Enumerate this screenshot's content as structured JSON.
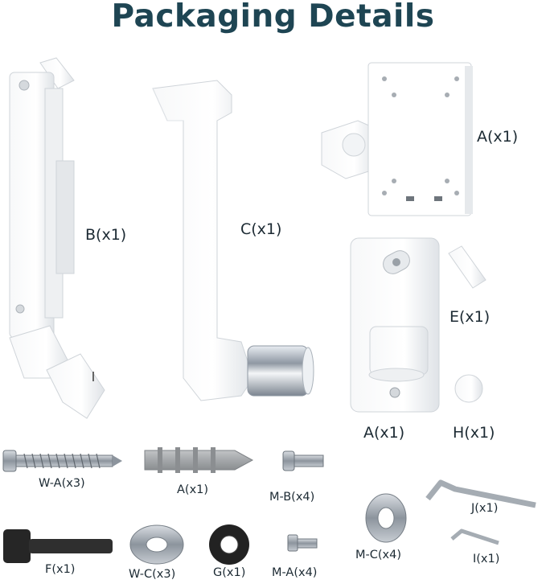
{
  "title": "Packaging Details",
  "colors": {
    "title": "#1e4553",
    "label": "#1c2a33"
  },
  "parts": {
    "arm_b": "B(x1)",
    "arm_c": "C(x1)",
    "vesa_plate": "A(x1)",
    "wall_plate": "A(x1)",
    "cover_e": "E(x1)",
    "cap_h": "H(x1)",
    "screw_wa": "W-A(x3)",
    "anchor_a": "A(x1)",
    "screw_mb": "M-B(x4)",
    "washer_mc": "M-C(x4)",
    "wrench_j": "J(x1)",
    "wrench_i": "I(x1)",
    "tool_f": "F(x1)",
    "washer_wc": "W-C(x3)",
    "spacer_g": "G(x1)",
    "screw_ma": "M-A(x4)"
  }
}
